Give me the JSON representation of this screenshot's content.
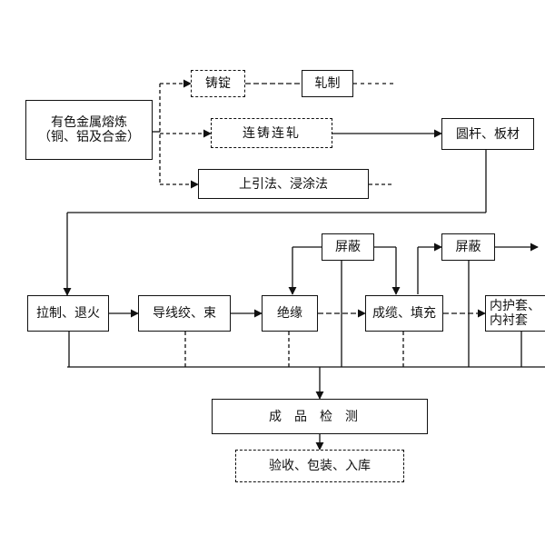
{
  "nodes": {
    "melt": "有色金属熔炼（铜、铝及合金）",
    "ingot": "铸锭",
    "rolling": "轧制",
    "continuous": "连铸连轧",
    "rod_plate": "圆杆、板材",
    "upcast": "上引法、浸涂法",
    "draw_anneal": "拉制、退火",
    "strand": "导线绞、束",
    "insulation": "绝缘",
    "shield1": "屏蔽",
    "cabling": "成缆、填充",
    "shield2": "屏蔽",
    "inner_sheath": "内护套、内衬套",
    "inspection": "成品检测",
    "storage": "验收、包装、入库"
  }
}
